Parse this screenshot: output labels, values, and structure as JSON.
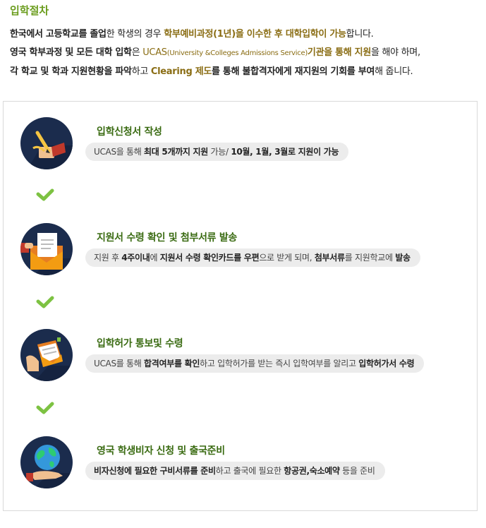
{
  "section_title": "입학절차",
  "intro": {
    "line1": [
      {
        "t": "한국에서 고등학교를 졸업",
        "s": "b"
      },
      {
        "t": "한 학생의 경우 ",
        "s": ""
      },
      {
        "t": "학부예비과정(1년)을 이수한 후 대학입학이 가능",
        "s": "hl"
      },
      {
        "t": "합니다.",
        "s": ""
      }
    ],
    "line2": [
      {
        "t": "영국 학부과정 및 모든 대학 입학",
        "s": "b"
      },
      {
        "t": "은 ",
        "s": ""
      },
      {
        "t": "UCAS",
        "s": "hn"
      },
      {
        "t": "(University &Colleges Admissions Service)",
        "s": "sm"
      },
      {
        "t": "기관을 통해 지원",
        "s": "hl"
      },
      {
        "t": "을 해야 하며,",
        "s": ""
      }
    ],
    "line3": [
      {
        "t": "각 학교 및 학과 지원현황을 파악",
        "s": "b"
      },
      {
        "t": "하고 ",
        "s": ""
      },
      {
        "t": "Clearing 제도",
        "s": "hl"
      },
      {
        "t": "를 통해 불합격자에게 재지원의 기회를 부여",
        "s": "b"
      },
      {
        "t": "해 줍니다.",
        "s": ""
      }
    ]
  },
  "steps": [
    {
      "title": "입학신청서 작성",
      "icon": "pen-writing-icon",
      "desc": [
        {
          "t": "UCAS을 통해 ",
          "s": ""
        },
        {
          "t": "최대 5개까지 지원",
          "s": "b"
        },
        {
          "t": " 가능/  ",
          "s": ""
        },
        {
          "t": "10월, 1월, 3월로 지원이 가능",
          "s": "b"
        }
      ]
    },
    {
      "title": "지원서 수령 확인 및 첨부서류 발송",
      "icon": "envelope-document-icon",
      "desc": [
        {
          "t": "지원 후 ",
          "s": ""
        },
        {
          "t": "4주이내",
          "s": "b"
        },
        {
          "t": "에 ",
          "s": ""
        },
        {
          "t": "지원서 수령 확인카드를 우편",
          "s": "b"
        },
        {
          "t": "으로 받게 되며, ",
          "s": ""
        },
        {
          "t": "첨부서류",
          "s": "b"
        },
        {
          "t": "를 지원학교에 ",
          "s": ""
        },
        {
          "t": "발송",
          "s": "b"
        }
      ]
    },
    {
      "title": "입학허가 통보및 수령",
      "icon": "hand-letter-icon",
      "desc": [
        {
          "t": "UCAS를 통해 ",
          "s": ""
        },
        {
          "t": "합격여부를 확인",
          "s": "b"
        },
        {
          "t": "하고 입학허가를 받는 즉시 입학여부를 알리고 ",
          "s": ""
        },
        {
          "t": "입학허가서 수령",
          "s": "b"
        }
      ]
    },
    {
      "title": "영국 학생비자 신청 및 출국준비",
      "icon": "globe-hand-icon",
      "desc": [
        {
          "t": "비자신청에 필요한 구비서류를 준비",
          "s": "b"
        },
        {
          "t": "하고 출국에 필요한 ",
          "s": ""
        },
        {
          "t": "항공권,숙소예약",
          "s": "b"
        },
        {
          "t": " 등을 준비",
          "s": ""
        }
      ]
    }
  ],
  "colors": {
    "title_green": "#6a9c1c",
    "step_title_green": "#3a6b12",
    "highlight_brown": "#8a6d14",
    "circle_navy": "#1b2c4d",
    "check_green": "#7dc242",
    "pill_bg": "#ececec"
  }
}
